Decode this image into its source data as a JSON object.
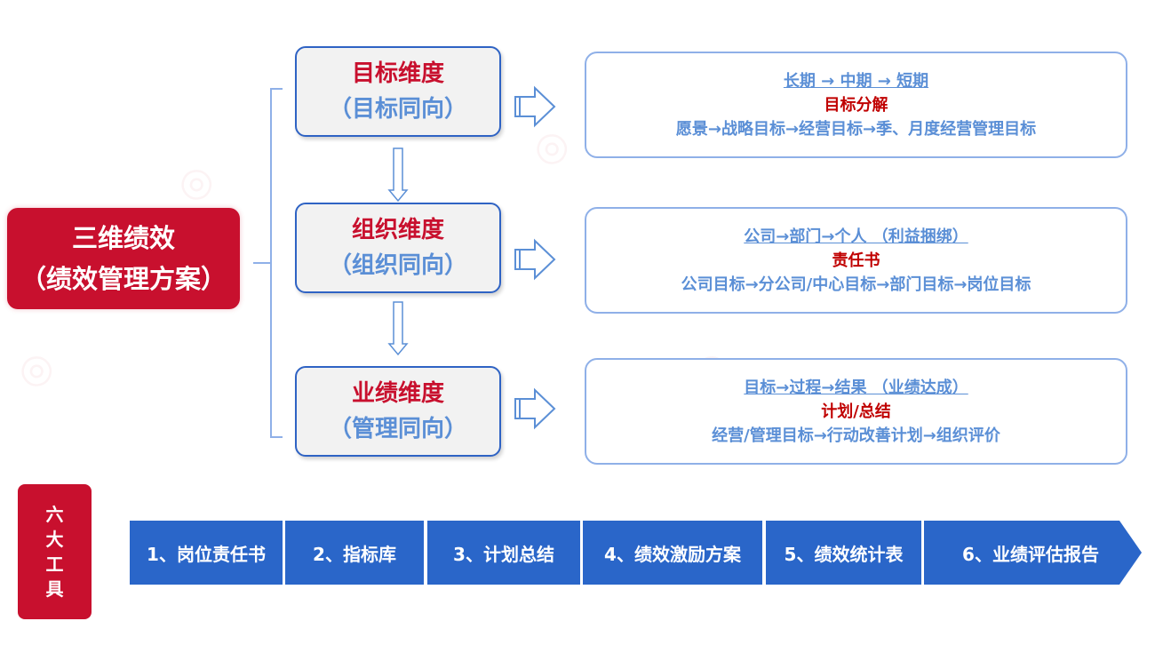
{
  "main": {
    "line1": "三维绩效",
    "line2": "（绩效管理方案）"
  },
  "dimensions": [
    {
      "title": "目标维度",
      "subtitle": "（目标同向）",
      "detail_line1": "长期 → 中期 →  短期",
      "detail_line2": "目标分解",
      "detail_line3": "愿景→战略目标→经营目标→季、月度经营管理目标"
    },
    {
      "title": "组织维度",
      "subtitle": "（组织同向）",
      "detail_line1": "公司→部门→个人 （利益捆绑）",
      "detail_line2": "责任书",
      "detail_line3": "公司目标→分公司/中心目标→部门目标→岗位目标"
    },
    {
      "title": "业绩维度",
      "subtitle": "（管理同向）",
      "detail_line1": "目标→过程→结果  （业绩达成）",
      "detail_line2": "计划/总结",
      "detail_line3": "经营/管理目标→行动改善计划→组织评价"
    }
  ],
  "tools": {
    "label_chars": [
      "六",
      "大",
      "工",
      "具"
    ],
    "items": [
      "1、岗位责任书",
      "2、指标库",
      "3、计划总结",
      "4、绩效激励方案",
      "5、绩效统计表",
      "6、业绩评估报告"
    ]
  },
  "colors": {
    "brand_red": "#c8102e",
    "accent_blue": "#2a66c9",
    "light_blue": "#5b8fd6",
    "border_blue": "#8fb0e8"
  }
}
